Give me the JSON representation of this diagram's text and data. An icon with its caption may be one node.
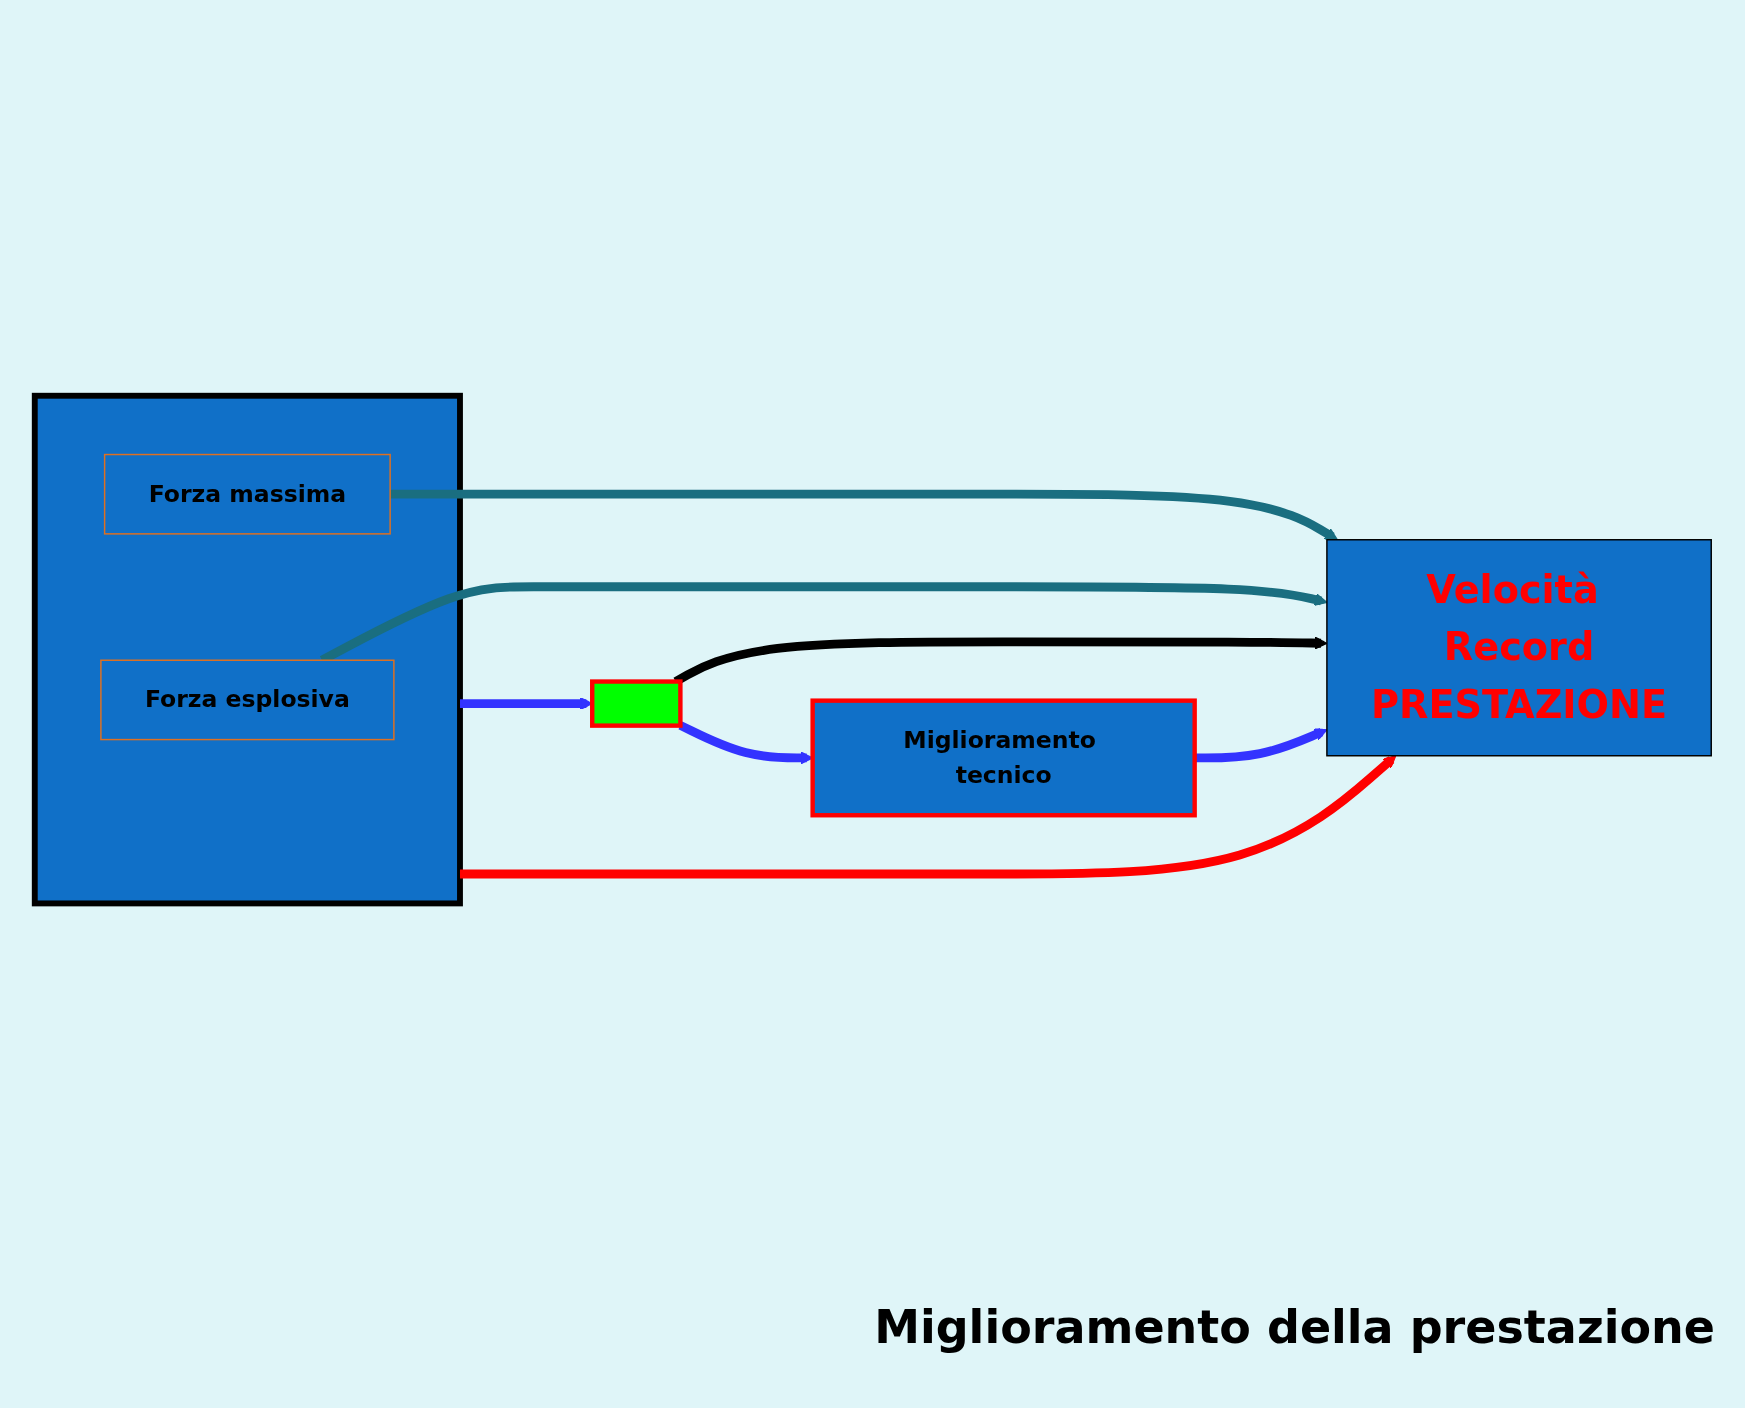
{
  "diagram": {
    "nodes": [
      {
        "text": [],
        "shape": "box"
      },
      {
        "text": [
          "Forza massima"
        ],
        "in": 0
      },
      {
        "text": [
          "Forza esplosiva"
        ],
        "in": 0
      },
      {
        "text": [],
        "shape": "box"
      },
      {
        "text": [
          "Miglioramento tecnico"
        ]
      },
      {
        "text": [
          "Velocità Record",
          "PRESTAZIONE"
        ]
      }
    ],
    "edges": [
      {
        "from": 1,
        "to": 5,
        "arrow": "to",
        "color": "#1a6e80"
      },
      {
        "from": 2,
        "to": 5,
        "arrow": "to",
        "color": "#1a6e80"
      },
      {
        "from": 3,
        "to": 5,
        "arrow": "to",
        "color": "#000000"
      },
      {
        "from": 0,
        "to": 3,
        "arrow": "to"
      },
      {
        "from": 3,
        "to": 4,
        "arrow": "to"
      },
      {
        "from": 4,
        "to": 5,
        "arrow": "to"
      },
      {
        "from": 0,
        "to": 5,
        "arrow": "to",
        "color": "#ff0000"
      }
    ],
    "labels": [
      "Miglioramento della prestazione"
    ]
  }
}
